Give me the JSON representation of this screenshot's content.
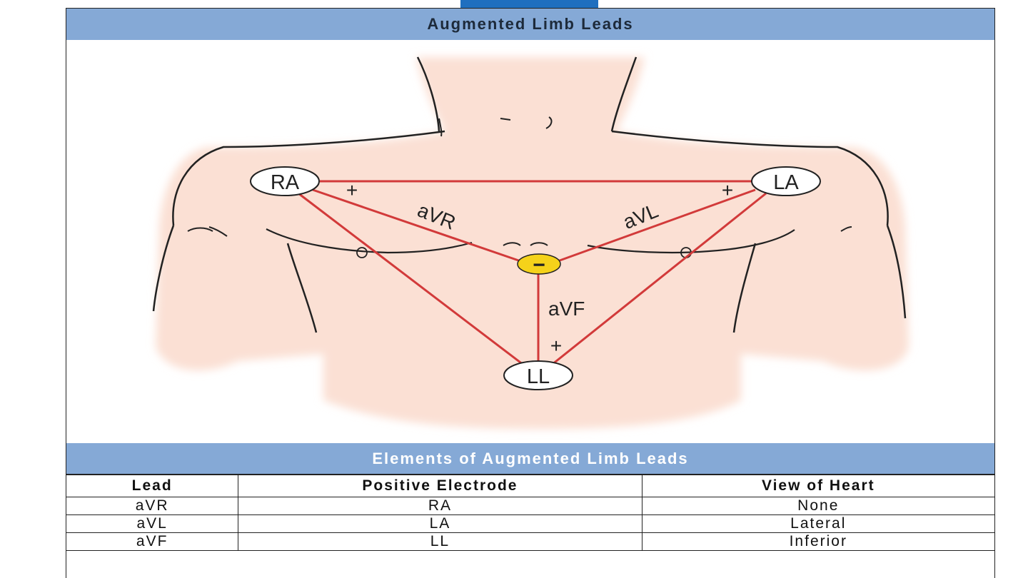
{
  "header": {
    "title": "Augmented Limb Leads"
  },
  "diagram": {
    "electrodes": {
      "ra": "RA",
      "la": "LA",
      "ll": "LL"
    },
    "leads": {
      "avr": "aVR",
      "avl": "aVL",
      "avf": "aVF"
    },
    "plus": "+",
    "negative": "−",
    "colors": {
      "lead_line": "#d23a3a",
      "skin": "#fbe0d4",
      "negative_fill": "#f5d21a",
      "header": "#85a9d6"
    }
  },
  "table": {
    "title": "Elements of Augmented Limb Leads",
    "columns": [
      "Lead",
      "Positive Electrode",
      "View of Heart"
    ],
    "rows": [
      [
        "aVR",
        "RA",
        "None"
      ],
      [
        "aVL",
        "LA",
        "Lateral"
      ],
      [
        "aVF",
        "LL",
        "Inferior"
      ]
    ]
  }
}
